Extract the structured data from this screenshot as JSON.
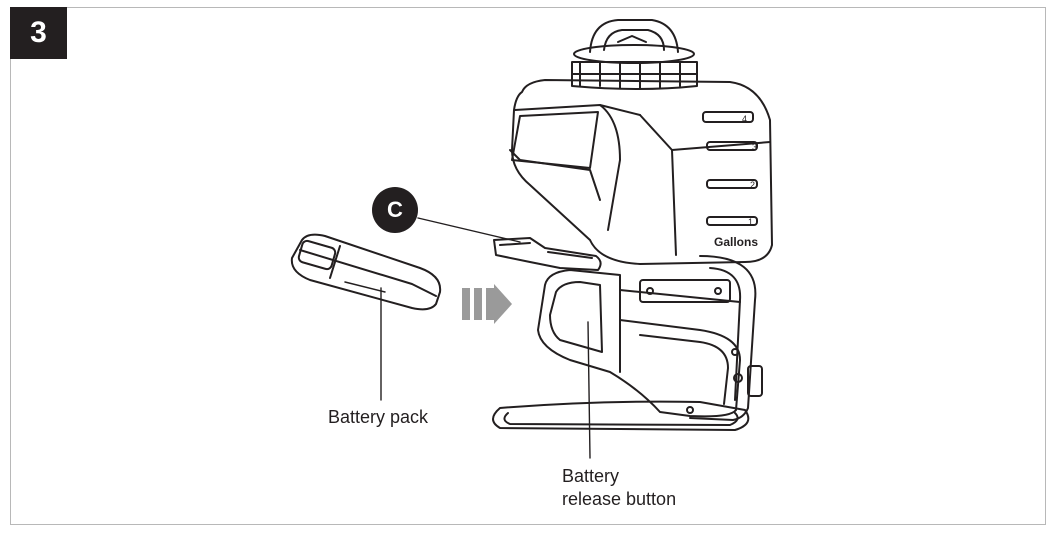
{
  "step": {
    "number": "3"
  },
  "callout": {
    "letter": "C"
  },
  "labels": {
    "battery_pack": "Battery pack",
    "release_line1": "Battery",
    "release_line2": "release button"
  },
  "tank": {
    "marking": "Gallons",
    "levels": [
      "4",
      "3",
      "2",
      "1"
    ]
  },
  "colors": {
    "ink": "#231f20",
    "arrow": "#9a9a9a",
    "frame": "#b8b8b8"
  }
}
